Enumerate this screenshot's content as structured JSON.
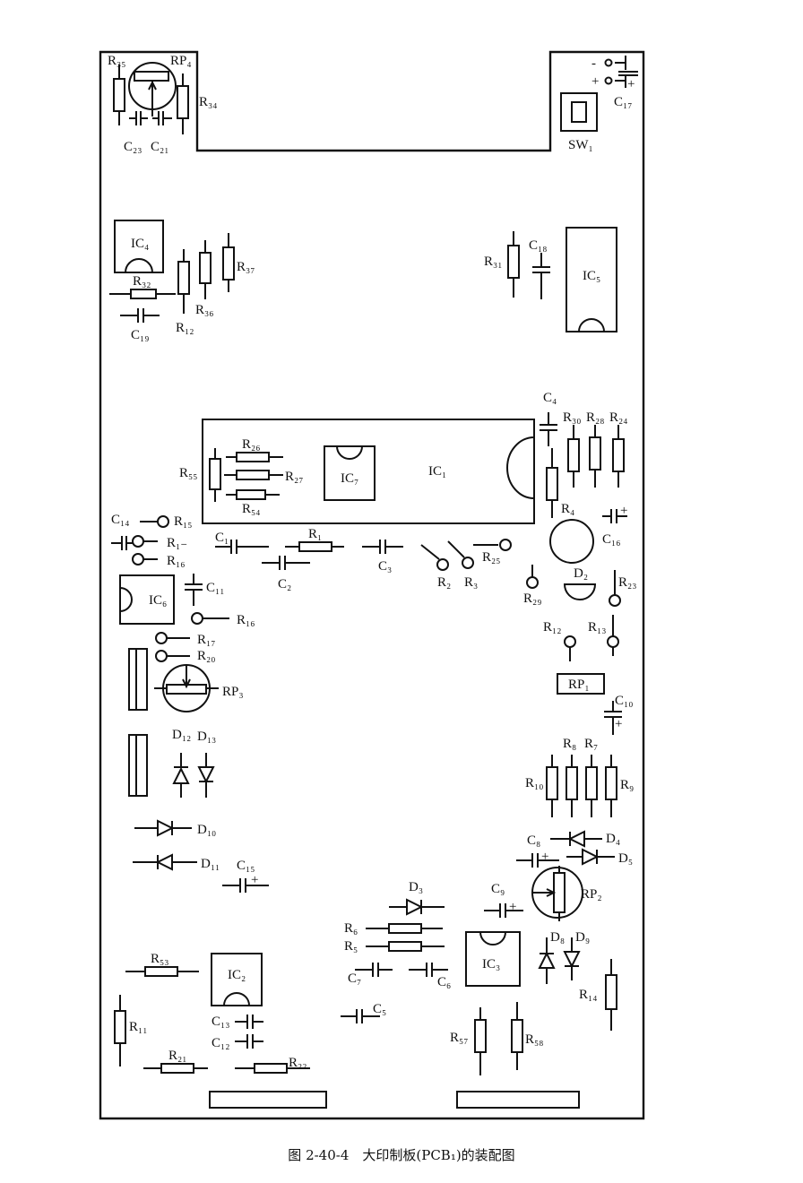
{
  "caption": "图 2-40-4　大印制板(PCB₁)的装配图",
  "labels": {
    "R35": "R₃₅",
    "RP4": "RP₄",
    "R34": "R₃₄",
    "C23": "C₂₃",
    "C21": "C₂₁",
    "C17": "C₁₇",
    "SW1": "SW₁",
    "IC4": "IC₄",
    "R32": "R₃₂",
    "C19": "C₁₉",
    "R12a": "R₁₂",
    "R36": "R₃₆",
    "R37": "R₃₇",
    "R31": "R₃₁",
    "C18": "C₁₈",
    "IC5": "IC₅",
    "C4": "C₄",
    "R30": "R₃₀",
    "R28": "R₂₈",
    "R24": "R₂₄",
    "R4": "R₄",
    "C16": "C₁₆",
    "R26": "R₂₆",
    "R27": "R₂₇",
    "R55": "R₅₅",
    "R54": "R₅₄",
    "IC7": "IC₇",
    "IC1": "IC₁",
    "C14": "C₁₄",
    "R15": "R₁₅",
    "R1x": "R₁₋",
    "R16a": "R₁₆",
    "C1": "C₁",
    "R1": "R₁",
    "C2": "C₂",
    "C3": "C₃",
    "R2": "R₂",
    "R3": "R₃",
    "R25": "R₂₅",
    "R29": "R₂₉",
    "D2": "D₂",
    "R23": "R₂₃",
    "R12b": "R₁₂",
    "R13": "R₁₃",
    "IC6": "IC₆",
    "C11": "C₁₁",
    "R16b": "R₁₆",
    "R17": "R₁₇",
    "R20": "R₂₀",
    "RP3": "RP₃",
    "D12": "D₁₂",
    "D13": "D₁₃",
    "D10": "D₁₀",
    "D11": "D₁₁",
    "C15": "C₁₅",
    "RP1": "RP₁",
    "C10": "C₁₀",
    "R8": "R₈",
    "R7": "R₇",
    "R10": "R₁₀",
    "R9": "R₉",
    "C8": "C₈",
    "D4": "D₄",
    "D5": "D₅",
    "C9": "C₉",
    "RP2": "RP₂",
    "D3": "D₃",
    "R6": "R₆",
    "R5": "R₅",
    "C7": "C₇",
    "C6": "C₆",
    "IC3": "IC₃",
    "D8": "D₈",
    "D9": "D₉",
    "R14": "R₁₄",
    "R53": "R₅₃",
    "IC2": "IC₂",
    "R11": "R₁₁",
    "C13": "C₁₃",
    "C12": "C₁₂",
    "C5": "C₅",
    "R21": "R₂₁",
    "R22": "R₂₂",
    "R57": "R₅₇",
    "R58": "R₅₈",
    "minus": "-",
    "plus": "+"
  }
}
